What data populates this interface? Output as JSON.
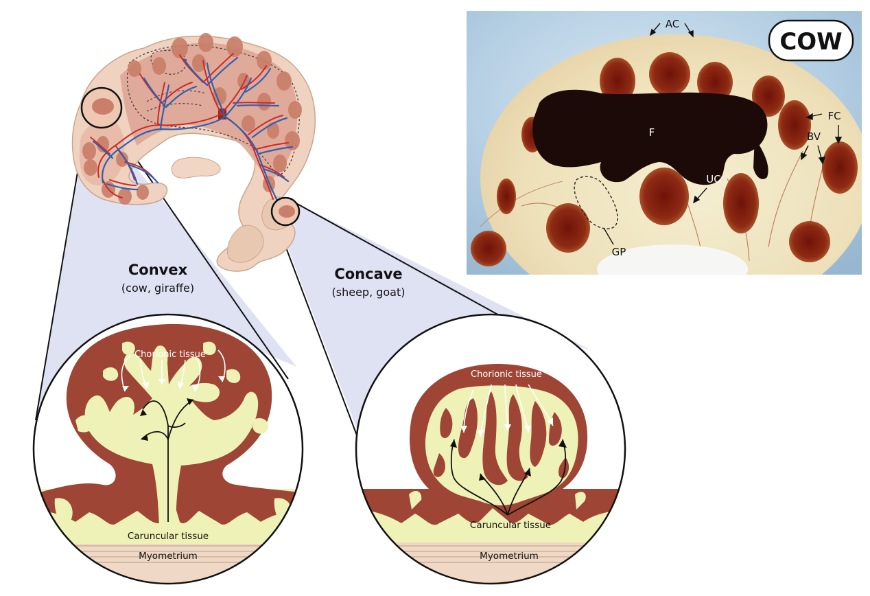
{
  "convex": {
    "title": "Convex",
    "species": "(cow, giraffe)",
    "chorionic_label": "Chorionic tissue",
    "caruncular_label": "Caruncular tissue",
    "myometrium_label": "Myometrium"
  },
  "concave": {
    "title": "Concave",
    "species": "(sheep, goat)",
    "chorionic_label": "Chorionic tissue",
    "caruncular_label": "Caruncular tissue",
    "myometrium_label": "Myometrium"
  },
  "photo": {
    "badge": "COW",
    "labels": {
      "ac": "AC",
      "f": "F",
      "fc": "FC",
      "bv": "BV",
      "uc": "UC",
      "gp": "GP"
    }
  },
  "colors": {
    "chorionic": "#9e4535",
    "caruncular": "#eef2b6",
    "uterus_fill": "#e6bca5",
    "cotyledon": "#c97f6a",
    "artery": "#cc2a2a",
    "vein": "#2f5fb0",
    "zoom_band": "#dfe2f3",
    "photo_bg": "#a9c7de"
  }
}
